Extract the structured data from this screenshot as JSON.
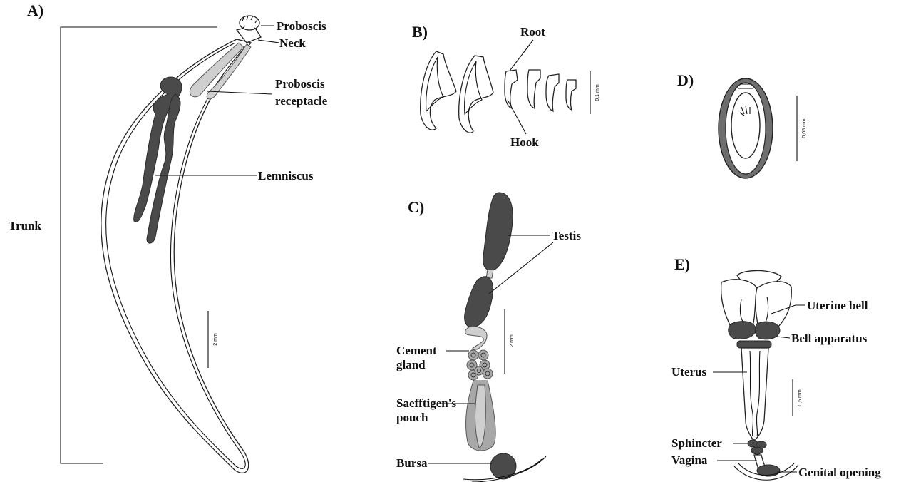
{
  "panels": {
    "a": {
      "label": "A)",
      "parts": {
        "proboscis": "Proboscis",
        "neck": "Neck",
        "receptacle_1": "Proboscis",
        "receptacle_2": "receptacle",
        "lemniscus": "Lemniscus",
        "trunk": "Trunk"
      },
      "scale": "2 mm"
    },
    "b": {
      "label": "B)",
      "parts": {
        "root": "Root",
        "hook": "Hook"
      },
      "scale": "0,1 mm"
    },
    "c": {
      "label": "C)",
      "parts": {
        "testis": "Testis",
        "cement_1": "Cement",
        "cement_2": "gland",
        "pouch_1": "Saefftigen's",
        "pouch_2": "pouch",
        "bursa": "Bursa"
      },
      "scale": "2 mm"
    },
    "d": {
      "label": "D)",
      "scale": "0,05 mm"
    },
    "e": {
      "label": "E)",
      "parts": {
        "uterine_bell": "Uterine bell",
        "bell_apparatus": "Bell apparatus",
        "uterus": "Uterus",
        "sphincter": "Sphincter",
        "vagina": "Vagina",
        "genital_opening": "Genital opening"
      },
      "scale": "0,5 mm"
    }
  }
}
